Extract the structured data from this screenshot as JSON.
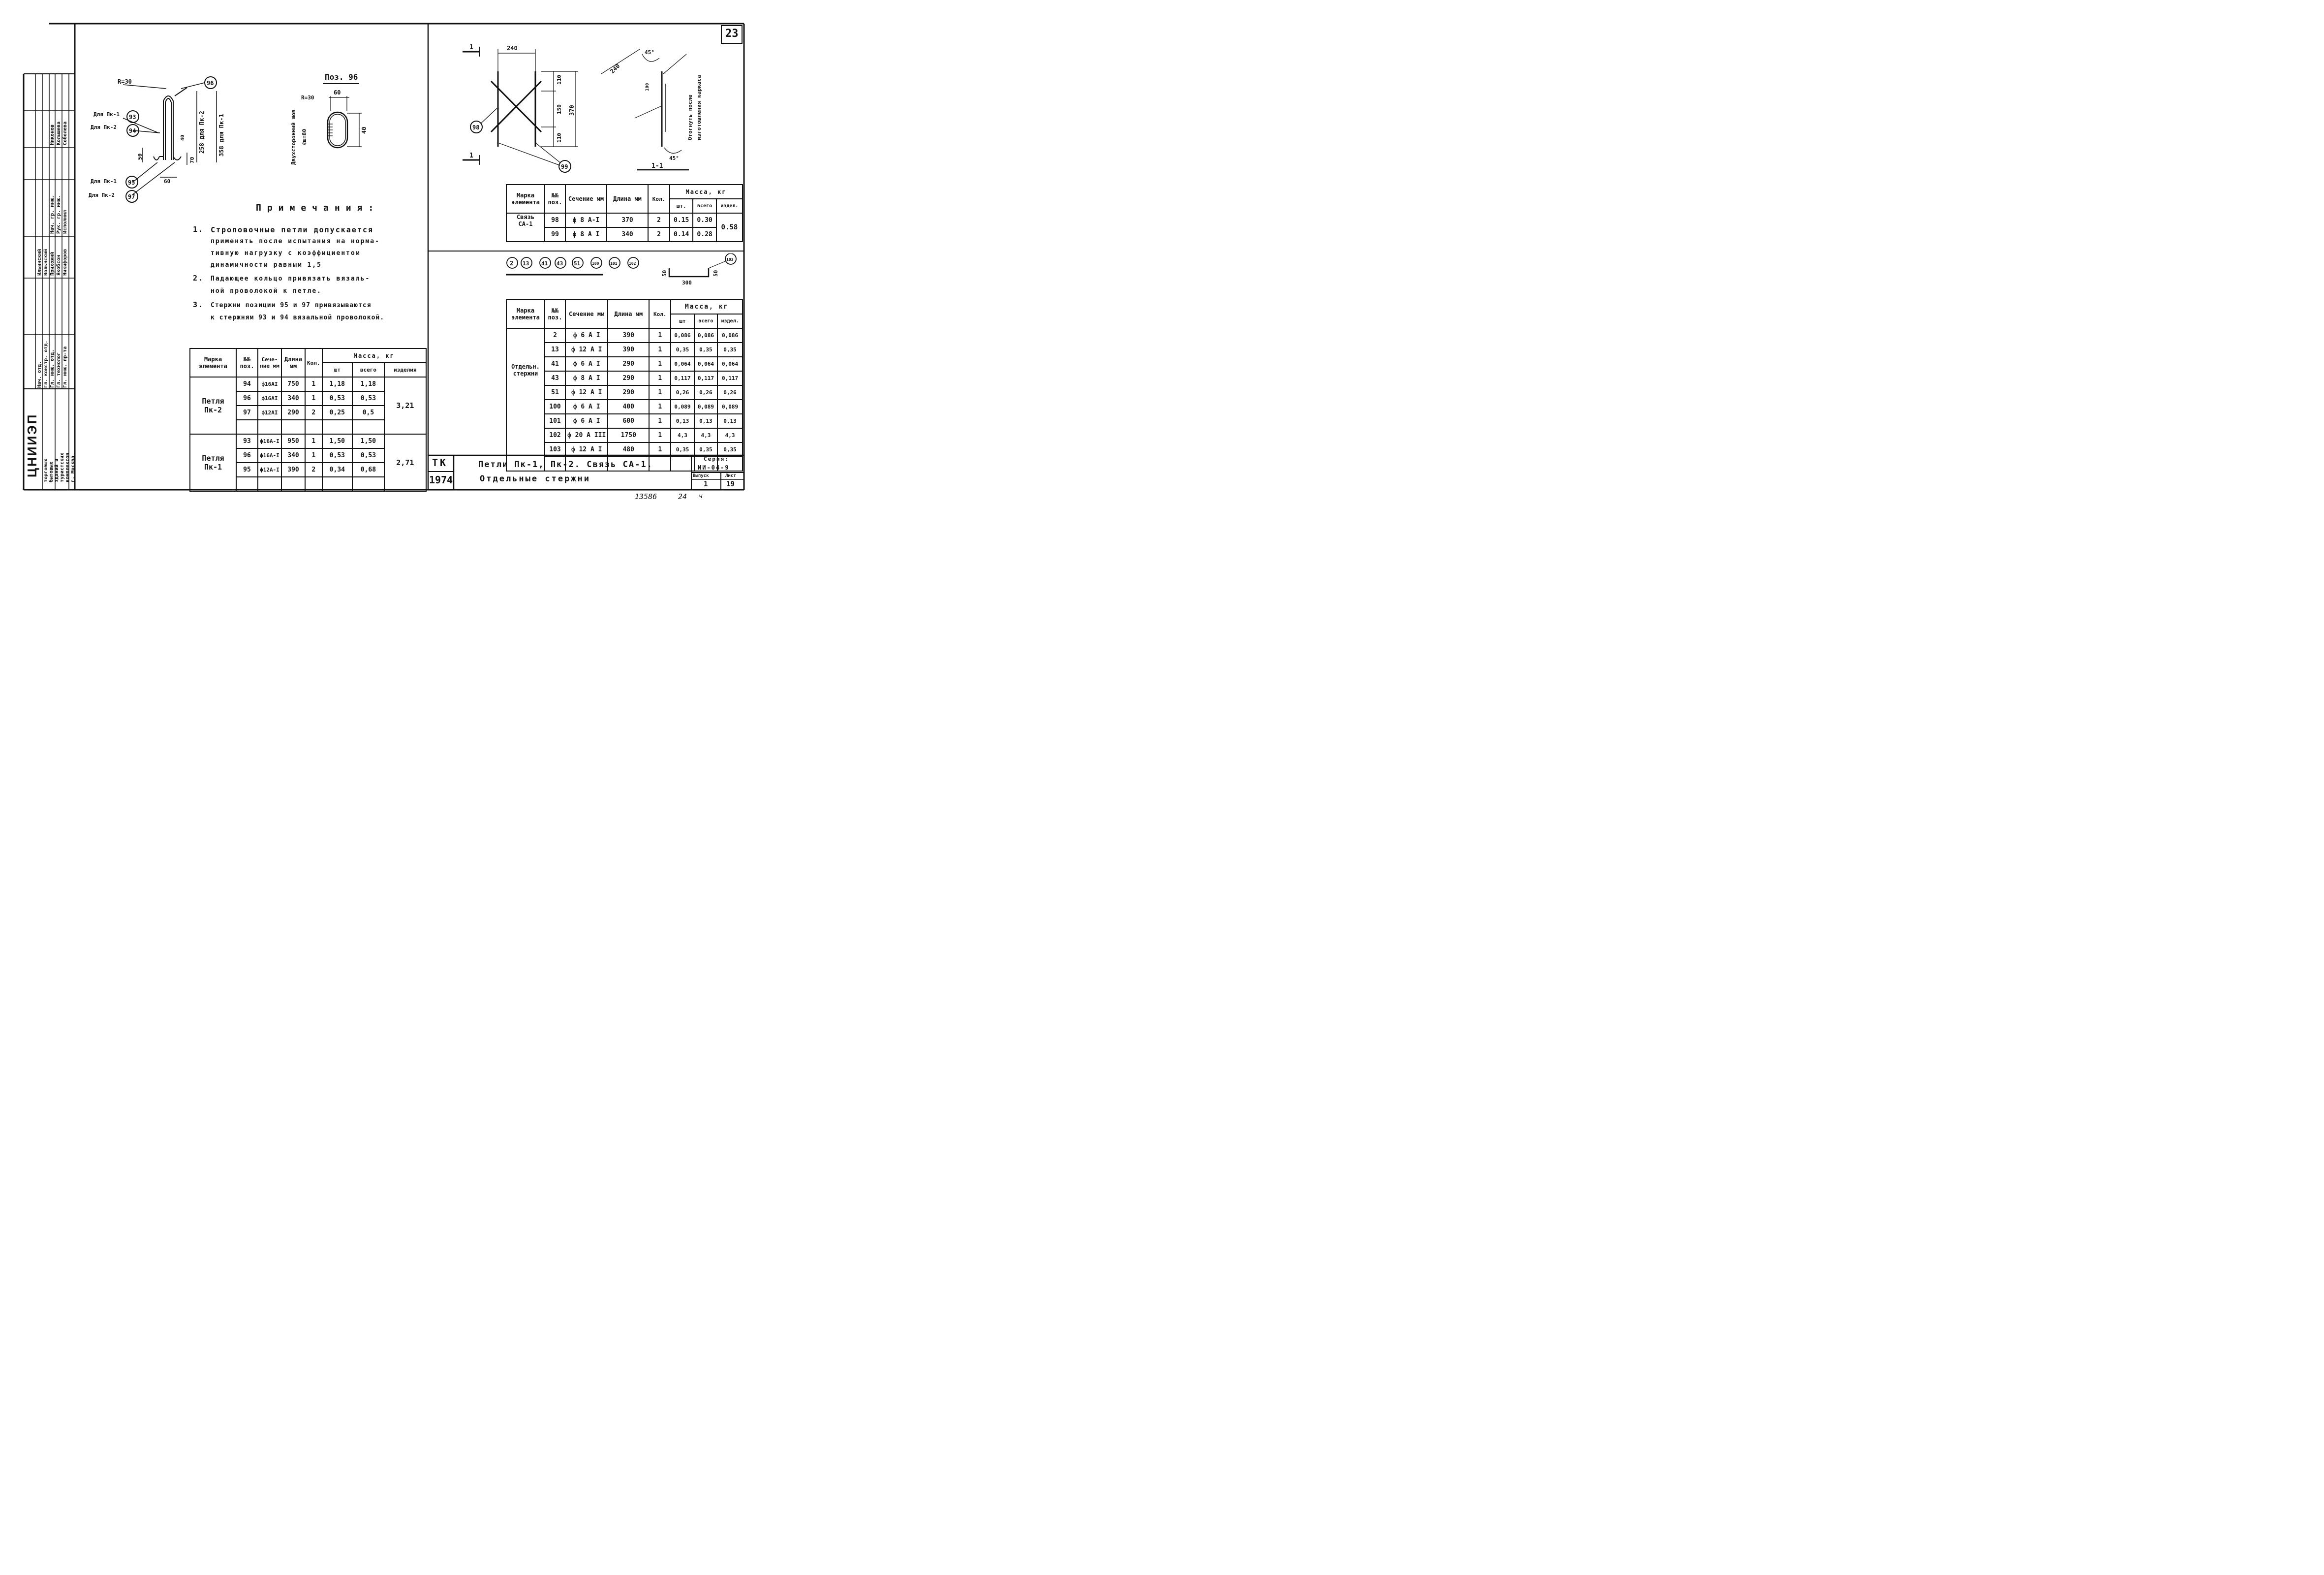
{
  "sheet": {
    "number": "23",
    "tk": "ТК",
    "year": "1974",
    "bottom_note": "13586",
    "bottom_num": "24",
    "bottom_sign": "ч"
  },
  "title_block": {
    "title_line1": "Петли Пк-1, Пк-2. Связь СА-1.",
    "title_line2": "Отдельные стержни",
    "series_label": "Серия:",
    "series_value": "ИИ-04-9",
    "issue_label": "Выпуск",
    "issue_value": "1",
    "sheet_label": "Лист",
    "sheet_value": "19"
  },
  "stamp": {
    "org": "ЦНИИЭП",
    "org_sub": [
      "торговых",
      "бытовых",
      "зданий и",
      "туристских",
      "комплексов",
      "г. Москва"
    ],
    "roles": [
      "Нач. отд.",
      "Гл. констр. отд.",
      "Гл. инж. отд.",
      "Гл. технолог",
      "Гл. инж. пр-та"
    ],
    "names": [
      "Ильинский",
      "Вольнский",
      "Прихожий",
      "Якобсон",
      "Никифоров"
    ],
    "roles2": [
      "Нач. гр. инж.",
      "Рук. гр. инж.",
      "Исполнил"
    ],
    "names2": [
      "Никонов",
      "Колышева",
      "Соболева"
    ]
  },
  "drawing_left": {
    "r_label": "R=30",
    "marks": [
      "96",
      "93",
      "94",
      "95",
      "97"
    ],
    "labels": [
      "Для Пк-1",
      "Для Пк-2",
      "Для Пк-1",
      "Для Пк-2"
    ],
    "dims": [
      "258 для Пк-2",
      "358 для Пк-1",
      "50",
      "70",
      "40",
      "60"
    ]
  },
  "drawing_pos96": {
    "title": "Поз. 96",
    "r_label": "R=30",
    "weld": "Двухсторонний шов",
    "weld_len": "ℓш=80",
    "dims": [
      "60",
      "40"
    ]
  },
  "notes": {
    "title": "Примечания:",
    "items": [
      {
        "num": "1.",
        "lines": [
          "Строповочные петли допускается",
          "применять после испытания на норма-",
          "тивную нагрузку с коэффициентом",
          "динамичности равным 1,5"
        ]
      },
      {
        "num": "2.",
        "lines": [
          "Падающее кольцо привязать вязаль-",
          "ной проволокой к петле."
        ]
      },
      {
        "num": "3.",
        "lines": [
          "Стержни позиции 95 и 97 привязываются",
          "к стержням 93 и 94 вязальной проволокой."
        ]
      }
    ]
  },
  "drawing_right": {
    "section_mark": "1",
    "section_label": "1-1",
    "dims": [
      "240",
      "110",
      "150",
      "110",
      "370",
      "240",
      "45°",
      "45°",
      "100"
    ],
    "marks": [
      "98",
      "99"
    ],
    "note": [
      "Отогнуть после",
      "изготовления каркаса"
    ]
  },
  "table_loops": {
    "headers": [
      "Марка элемента",
      "№№ поз.",
      "Сече-ние мм",
      "Длина мм",
      "Кол.",
      "Масса, кг",
      "шт",
      "всего",
      "изделия"
    ],
    "groups": [
      {
        "name": "Петля Пк-2",
        "total": "3,21",
        "rows": [
          [
            "94",
            "ф16АI",
            "750",
            "1",
            "1,18",
            "1,18"
          ],
          [
            "96",
            "ф16АI",
            "340",
            "1",
            "0,53",
            "0,53"
          ],
          [
            "97",
            "ф12АI",
            "290",
            "2",
            "0,25",
            "0,5"
          ]
        ]
      },
      {
        "name": "Петля Пк-1",
        "total": "2,71",
        "rows": [
          [
            "93",
            "ф16А-I",
            "950",
            "1",
            "1,50",
            "1,50"
          ],
          [
            "96",
            "ф16А-I",
            "340",
            "1",
            "0,53",
            "0,53"
          ],
          [
            "95",
            "ф12А-I",
            "390",
            "2",
            "0,34",
            "0,68"
          ]
        ]
      }
    ]
  },
  "table_ca1": {
    "headers": [
      "Марка элемента",
      "№№ поз.",
      "Сечение мм",
      "Длина мм",
      "Кол.",
      "Масса, кг",
      "шт.",
      "всего",
      "издел."
    ],
    "name": "Связь СА-1",
    "total": "0.58",
    "rows": [
      [
        "98",
        "ф 8 А-I",
        "370",
        "2",
        "0.15",
        "0.30"
      ],
      [
        "99",
        "ф 8 А I",
        "340",
        "2",
        "0.14",
        "0.28"
      ]
    ]
  },
  "bar_marks": {
    "marks": [
      "2",
      "13",
      "41",
      "43",
      "51",
      "100",
      "101",
      "102"
    ],
    "mark103": "103",
    "dims": [
      "50",
      "300",
      "50"
    ]
  },
  "table_bars": {
    "headers": [
      "Марка элемента",
      "№№ поз.",
      "Сечение мм",
      "Длина мм",
      "Кол.",
      "Масса, кг",
      "шт",
      "всего",
      "издел."
    ],
    "name": "Отдельн. стержни",
    "rows": [
      [
        "2",
        "ф 6 А I",
        "390",
        "1",
        "0,086",
        "0,086",
        "0,086"
      ],
      [
        "13",
        "ф 12 А I",
        "390",
        "1",
        "0,35",
        "0,35",
        "0,35"
      ],
      [
        "41",
        "ф 6 А I",
        "290",
        "1",
        "0,064",
        "0,064",
        "0,064"
      ],
      [
        "43",
        "ф 8 А I",
        "290",
        "1",
        "0,117",
        "0,117",
        "0,117"
      ],
      [
        "51",
        "ф 12 А I",
        "290",
        "1",
        "0,26",
        "0,26",
        "0,26"
      ],
      [
        "100",
        "ф 6 А I",
        "400",
        "1",
        "0,089",
        "0,089",
        "0,089"
      ],
      [
        "101",
        "ф 6 А I",
        "600",
        "1",
        "0,13",
        "0,13",
        "0,13"
      ],
      [
        "102",
        "ф 20 А III",
        "1750",
        "1",
        "4,3",
        "4,3",
        "4,3"
      ],
      [
        "103",
        "ф 12 А I",
        "480",
        "1",
        "0,35",
        "0,35",
        "0,35"
      ]
    ]
  }
}
